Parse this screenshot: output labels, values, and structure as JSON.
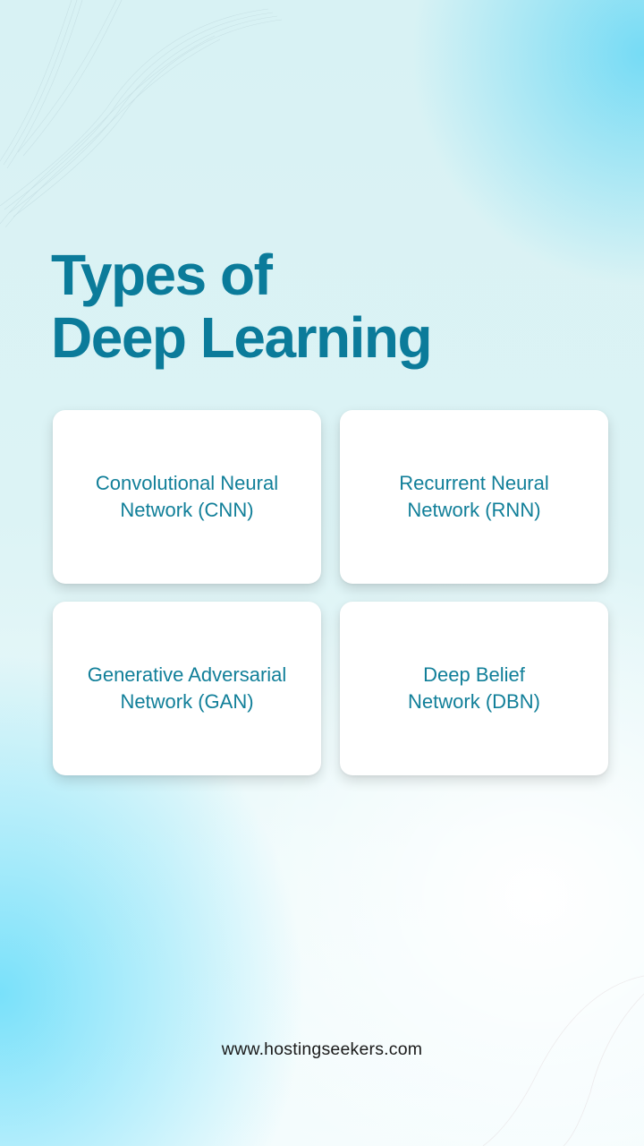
{
  "title": {
    "line1": "Types of",
    "line2": "Deep Learning"
  },
  "cards": [
    {
      "line1": "Convolutional Neural",
      "line2": "Network (CNN)"
    },
    {
      "line1": "Recurrent Neural",
      "line2": "Network (RNN)"
    },
    {
      "line1": "Generative Adversarial",
      "line2": "Network (GAN)"
    },
    {
      "line1": "Deep Belief",
      "line2": "Network (DBN)"
    }
  ],
  "footer": {
    "website": "www.hostingseekers.com"
  },
  "colors": {
    "title": "#0b7b9a",
    "card_text": "#117f99",
    "card_bg": "#ffffff",
    "footer_text": "#1a1a1a"
  }
}
